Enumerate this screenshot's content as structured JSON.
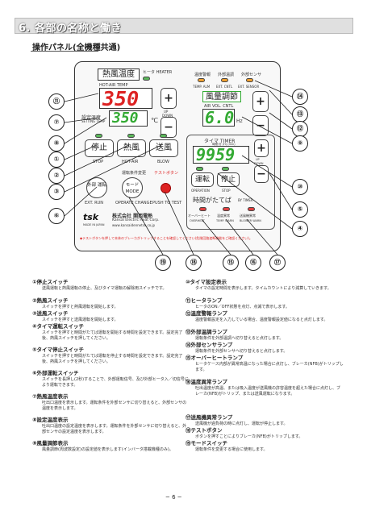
{
  "header": {
    "title": "6. 各部の名称と働き"
  },
  "subtitle": "操作パネル(全機種共通)",
  "panel": {
    "hot_air_temp_title": "熱風温度",
    "heater_small": "ヒータ HEATER",
    "hot_air_temp_en": "HOT-AIR TEMP",
    "temp_reading": "350",
    "setting_temp_jp": "設定温度",
    "setting_temp_en": "SETTING TEMP",
    "setting_value": "350",
    "celsius": "℃",
    "up": "UP",
    "down": "DOWN",
    "btn_stop": "停止",
    "btn_stop_en": "STOP",
    "btn_hot": "熱風",
    "btn_hot_en": "HOT-AIR",
    "btn_blow": "送風",
    "btn_blow_en": "BLOW",
    "op_change": "運転条件変更",
    "test_button": "テストボタン",
    "ext_run_jp": "外部 運転",
    "ext_run_en": "EXT. RUN",
    "mode_jp": "モード MODE",
    "op_change_en": "OPERATE CHANGE",
    "push_to_test": "PUSH TO TEST",
    "brand_logo": "tsk",
    "made_in": "MADE IN JAPAN",
    "company_jp": "株式会社 関西電熱",
    "company_en": "Kansai Electric Heat Corp.",
    "company_url": "www.kansaidennetsu.co.jp",
    "temp_alarm_jp": "温度警報",
    "temp_alarm_en": "TEMP. ALM",
    "ext_temp_jp": "外部温調",
    "ext_temp_en": "EXT. CNTL",
    "ext_sensor_jp": "外部センサ",
    "ext_sensor_en": "EXT. SENSOR",
    "air_vol_jp": "風量調節",
    "air_vol_en": "AIR VOL. CNTL",
    "hz_reading": "6.0",
    "hz": "Hz",
    "timer_jp": "タイマ TIMER",
    "timer_sub": "時間:分 (H) (min)",
    "timer_reading": "9959",
    "op_btn_jp": "運転",
    "op_btn_en": "OPERATION",
    "stop2_jp": "停止",
    "stop2_en": "STOP",
    "by_timer_jp": "時間がたてば",
    "by_timer_en": "BY TIMER",
    "overheat_jp": "オーバーヒート",
    "overheat_en": "OVERHEAT",
    "temp_warn_jp": "温度異常",
    "temp_warn_en": "TEMP. WARN",
    "blower_warn_jp": "送風機異常",
    "blower_warn_en": "BLOWER WARN",
    "footer_note": "◆テストボタンを押して本体のブレーカがトリップすることを確認してください(危険回路遮断機能をご確認ください)。"
  },
  "callouts": [
    "⑪",
    "⑦",
    "⑧",
    "①",
    "②",
    "③",
    "⑥",
    "⑭",
    "⑬",
    "⑫",
    "⑨",
    "⑩",
    "⑤",
    "④",
    "⑲",
    "⑱",
    "⑮",
    "⑯",
    "⑰"
  ],
  "descriptions_left": [
    {
      "t": "①停止スイッチ",
      "b": "送風運転と熱風運転の停止、及びタイマ運転の解除用スイッチです。"
    },
    {
      "t": "②熱風スイッチ",
      "b": "スイッチを押すと熱風運転を開始します。"
    },
    {
      "t": "③送風スイッチ",
      "b": "スイッチを押すと送風運転を開始します。"
    },
    {
      "t": "④タイマ運転スイッチ",
      "b": "スイッチを押すと時間がたてば運転を開始する時間を設定できます。設定完了後、熱風スイッチを押してください。"
    },
    {
      "t": "⑤タイマ停止スイッチ",
      "b": "スイッチを押すと時間がたてば運転を停止する時間を設定できます。設定完了後、熱風スイッチを押してください。"
    },
    {
      "t": "⑥外部運転スイッチ",
      "b": "スイッチを長押し(2秒)することで、外部運転信号、及び外部ヒータ入／切信号により運転できます。"
    },
    {
      "t": "⑦熱風温度表示",
      "b": "吐出口温度を表示します。運転条件を外部センサに切り替えると、外部センサの温度を表示します。"
    },
    {
      "t": "⑧設定温度表示",
      "b": "吐出口温度の設定温度を表示します。運転条件を外部センサに切り替えると、外部センサの設定温度を表示します。"
    },
    {
      "t": "⑨風量調節表示",
      "b": "風量調節(周波数設定)の設定値を表示します(インバータ搭載機種のみ)。"
    }
  ],
  "descriptions_right": [
    {
      "t": "⑩タイマ設定表示",
      "b": "タイマの設定時間を表示します。タイムカウントにより減算していきます。"
    },
    {
      "t": "⑪ヒータランプ",
      "b": "ヒータのON／OFF状態を点灯、点滅で表示します。"
    },
    {
      "t": "⑫温度警報ランプ",
      "b": "温度警報設定を入力している場合、温度警報設定値になると点灯します。"
    },
    {
      "t": "⑬外部温調ランプ",
      "b": "運転条件を外部温調へ切り替えると点灯します。"
    },
    {
      "t": "⑭外部センサランプ",
      "b": "運転条件を外部センサへ切り替えると点灯します。"
    },
    {
      "t": "⑮オーバーヒートランプ",
      "b": "ヒータケース内部が異常高温になった場合に点灯し、ブレーカ(NFB)がトリップします。"
    },
    {
      "t": "⑯温度異常ランプ",
      "b": "吐出温度が高温、または吸入温度が送風機の許容温度を超えた場合に点灯し、ブレーカ(NFB)がトリップ、または送風運転になります。"
    },
    {
      "t": "⑰送風機異常ランプ",
      "b": "送風機が過負荷の時に点灯し、運転が停止します。"
    },
    {
      "t": "⑱テストボタン",
      "b": "ボタンを押すことによりブレーカ(NFB)がトリップします。"
    },
    {
      "t": "⑲モードスイッチ",
      "b": "運転条件を変更する場合に使用します。"
    }
  ],
  "page_number": "− 6 −"
}
